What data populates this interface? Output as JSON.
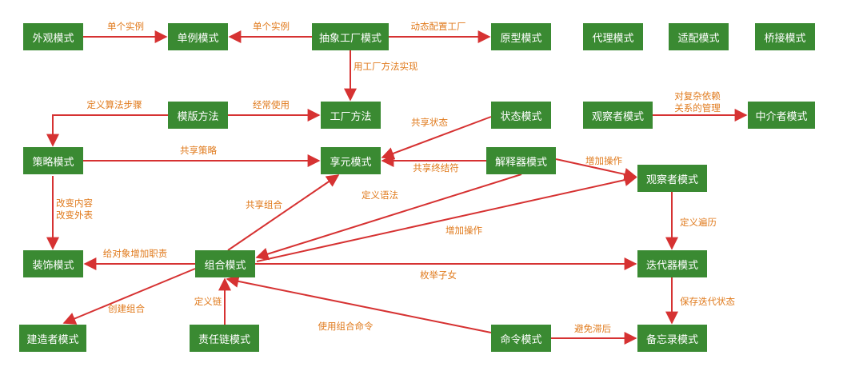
{
  "colors": {
    "node_fill": "#3a8a32",
    "node_text": "#ffffff",
    "edge": "#d63232",
    "label": "#e07a1c"
  },
  "nodes": [
    {
      "id": "facade",
      "label": "外观模式"
    },
    {
      "id": "singleton",
      "label": "单例模式"
    },
    {
      "id": "abstract_factory",
      "label": "抽象工厂模式"
    },
    {
      "id": "prototype",
      "label": "原型模式"
    },
    {
      "id": "proxy",
      "label": "代理模式"
    },
    {
      "id": "adapter",
      "label": "适配模式"
    },
    {
      "id": "bridge",
      "label": "桥接模式"
    },
    {
      "id": "template",
      "label": "模版方法"
    },
    {
      "id": "factory_method",
      "label": "工厂方法"
    },
    {
      "id": "state",
      "label": "状态模式"
    },
    {
      "id": "observer_top",
      "label": "观察者模式"
    },
    {
      "id": "mediator",
      "label": "中介者模式"
    },
    {
      "id": "strategy",
      "label": "策略模式"
    },
    {
      "id": "flyweight",
      "label": "享元模式"
    },
    {
      "id": "interpreter",
      "label": "解释器模式"
    },
    {
      "id": "visitor",
      "label": "观察者模式"
    },
    {
      "id": "decorator",
      "label": "装饰模式"
    },
    {
      "id": "composite",
      "label": "组合模式"
    },
    {
      "id": "iterator",
      "label": "迭代器模式"
    },
    {
      "id": "builder",
      "label": "建造者模式"
    },
    {
      "id": "chain",
      "label": "责任链模式"
    },
    {
      "id": "command",
      "label": "命令模式"
    },
    {
      "id": "memento",
      "label": "备忘录模式"
    }
  ],
  "edges": [
    {
      "id": "facade-singleton",
      "label": "单个实例"
    },
    {
      "id": "abstract-singleton",
      "label": "单个实例"
    },
    {
      "id": "abstract-prototype",
      "label": "动态配置工厂"
    },
    {
      "id": "abstract-factory",
      "label": "用工厂方法实现"
    },
    {
      "id": "template-strategy",
      "label": "定义算法步骤"
    },
    {
      "id": "template-factory",
      "label": "经常使用"
    },
    {
      "id": "state-flyweight",
      "label": "共享状态"
    },
    {
      "id": "observer-mediator",
      "label": "对复杂依赖\n关系的管理"
    },
    {
      "id": "strategy-flyweight",
      "label": "共享策略"
    },
    {
      "id": "interpreter-flyweight",
      "label": "共享终结符"
    },
    {
      "id": "interpreter-visitor",
      "label": "增加操作"
    },
    {
      "id": "interpreter-composite",
      "label": "定义语法"
    },
    {
      "id": "composite-flyweight",
      "label": "共享组合"
    },
    {
      "id": "strategy-decorator",
      "label": "改变内容\n改变外表"
    },
    {
      "id": "composite-visitor",
      "label": "增加操作"
    },
    {
      "id": "visitor-iterator",
      "label": "定义遍历"
    },
    {
      "id": "composite-decorator",
      "label": "给对象增加职责"
    },
    {
      "id": "composite-iterator",
      "label": "枚举子女"
    },
    {
      "id": "composite-builder",
      "label": "创建组合"
    },
    {
      "id": "chain-composite",
      "label": "定义链"
    },
    {
      "id": "iterator-memento",
      "label": "保存迭代状态"
    },
    {
      "id": "command-composite",
      "label": "使用组合命令"
    },
    {
      "id": "command-memento",
      "label": "避免滞后"
    }
  ]
}
